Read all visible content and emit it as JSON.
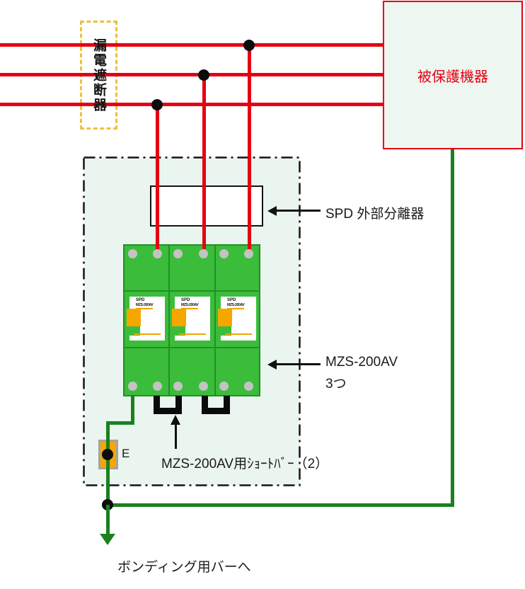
{
  "diagram": {
    "breaker": {
      "label": "漏電遮断器"
    },
    "protected_device": {
      "label": "被保護機器"
    },
    "spd_panel": {
      "separator_callout": "SPD 外部分離器",
      "module_callout_line1": "MZS-200AV",
      "module_callout_line2": "3つ",
      "module_sticker": {
        "line1": "SPD",
        "line2": "MZS-200AV"
      },
      "module_count": 3,
      "earth_terminal": {
        "label": "E"
      },
      "short_bar_callout": "MZS-200AV用ｼｮｰﾄﾊﾞｰ（2）"
    },
    "grounding": {
      "label": "ボンディング用バーへ"
    },
    "colors": {
      "wire_red": "#e60012",
      "wire_green": "#1a811f",
      "module_green": "#3bbd3b",
      "module_border_green": "#209124",
      "panel_mint": "#ebf5ef",
      "breaker_dash_gold": "#edc23c",
      "orange": "#f7a600",
      "terminal_gray": "#c3c3c3",
      "junction_black": "#0c0c0c"
    }
  }
}
